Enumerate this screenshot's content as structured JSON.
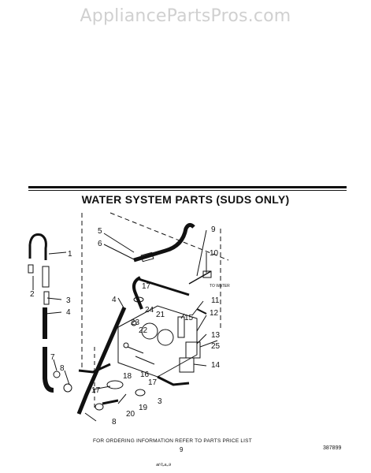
{
  "watermark": "AppliancePartsPros.com",
  "title": "WATER SYSTEM PARTS (SUDS ONLY)",
  "footer": {
    "order_info": "FOR ORDERING INFORMATION REFER TO PARTS PRICE LIST",
    "page_number": "9",
    "doc_code": "387899",
    "handwritten_mark": "ᵃᵗ⁰-ᵃ-⁹"
  },
  "callouts": [
    "1",
    "2",
    "3",
    "4",
    "7",
    "8",
    "4",
    "5",
    "6",
    "17",
    "24",
    "23",
    "21",
    "22",
    "18",
    "16",
    "17",
    "3",
    "19",
    "20",
    "8",
    "17",
    "9",
    "10",
    "11",
    "12",
    "15",
    "13",
    "25",
    "14"
  ],
  "to_water_label": "TO WATER"
}
